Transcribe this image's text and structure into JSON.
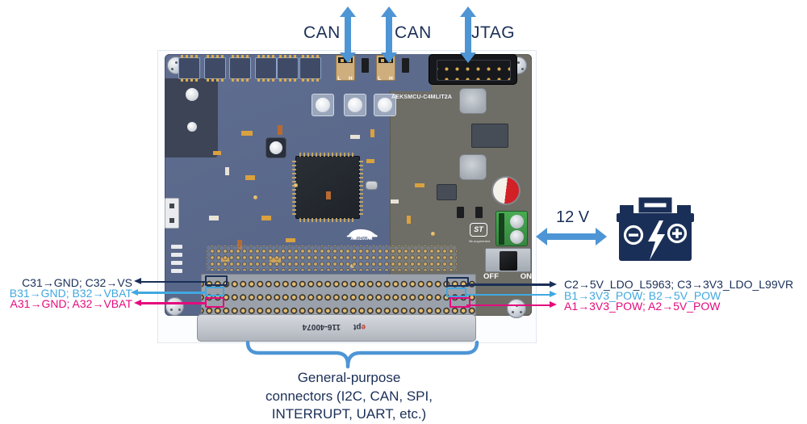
{
  "figure": {
    "type": "annotated-hardware-diagram",
    "subject": "STMicroelectronics AEKSMCU-C4MLIT2A evaluation board power and connector map"
  },
  "colors": {
    "navy": "#1a2f58",
    "light_blue": "#41a8e0",
    "magenta": "#e40b7d",
    "arrow_blue": "#4e95d5",
    "pcb_blue": "#5c6b8c",
    "pcb_dark": "#6e6d66"
  },
  "ann": {
    "top_arrows": [
      {
        "label": "CAN"
      },
      {
        "label": "CAN"
      },
      {
        "label": "JTAG"
      }
    ],
    "left_pin_labels": [
      {
        "text": "C31→GND; C32→VS",
        "color": "#1a2f58"
      },
      {
        "text": "B31→GND; B32→VBAT",
        "color": "#41a8e0"
      },
      {
        "text": "A31→GND; A32→VBAT",
        "color": "#e40b7d"
      }
    ],
    "right_pin_labels": [
      {
        "text": "C2→5V_LDO_L5963; C3→3V3_LDO_L99VR",
        "color": "#1a2f58"
      },
      {
        "text": "B1→3V3_POW; B2→5V_POW",
        "color": "#41a8e0"
      },
      {
        "text": "A1→3V3_POW; A2→5V_POW",
        "color": "#e40b7d"
      }
    ],
    "supply": {
      "label": "12 V"
    },
    "note": {
      "lines": [
        "General-purpose",
        "connectors (I2C, CAN, SPI,",
        "INTERRUPT, UART, etc.)"
      ]
    }
  },
  "board": {
    "name": "AEKSMCU-C4MLIT2A",
    "can_header_pins": "L H",
    "switch": {
      "off": "OFF",
      "on": "ON"
    },
    "logos": {
      "autodevkit": "AutoDevKit",
      "st": "ST",
      "st_tagline": "life.augmented"
    },
    "connector": {
      "brand": "ept",
      "part": "116-40074"
    }
  }
}
